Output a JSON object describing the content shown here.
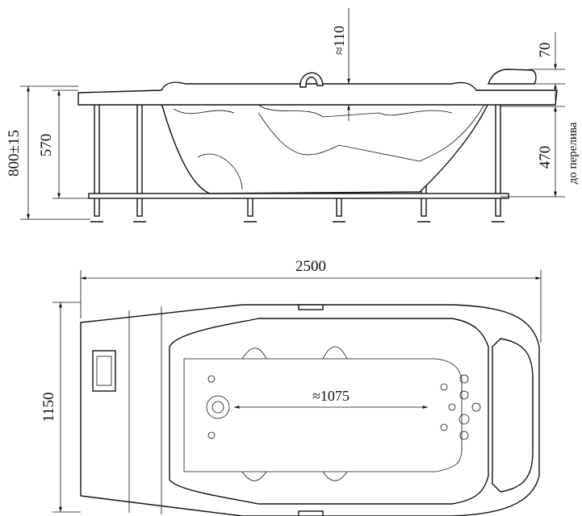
{
  "side_view": {
    "dim_total_height": "800±15",
    "dim_bowl_depth": "570",
    "dim_handle_height": "≈110",
    "dim_headrest_height": "70",
    "dim_overflow_height": "470",
    "overflow_note": "до перелива"
  },
  "top_view": {
    "dim_length": "2500",
    "dim_width": "1150",
    "dim_inner_length": "≈1075"
  }
}
